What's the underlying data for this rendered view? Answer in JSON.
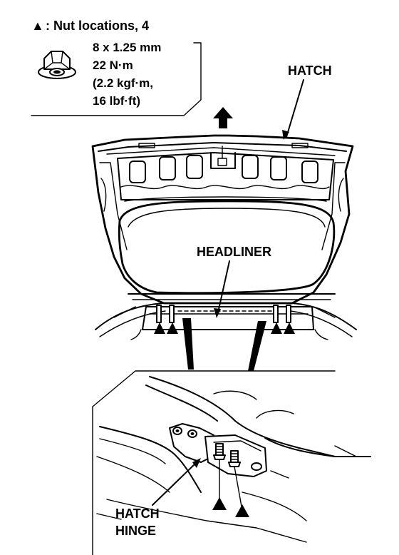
{
  "legend": {
    "symbol": "▲",
    "text": ": Nut locations, 4",
    "icon": "flange-nut-icon",
    "spec_lines": [
      "8 x 1.25 mm",
      "22 N·m",
      "(2.2 kgf·m,",
      "16 lbf·ft)"
    ]
  },
  "labels": {
    "hatch": "HATCH",
    "headliner": "HEADLINER",
    "hatch_hinge_line1": "HATCH",
    "hatch_hinge_line2": "HINGE"
  },
  "markers": {
    "nut_symbol": "▲",
    "hatch_nut_count": 4,
    "hinge_nut_count": 2
  },
  "icons": {
    "up_arrow": "up-arrow-icon",
    "nut": "flange-nut-icon"
  }
}
